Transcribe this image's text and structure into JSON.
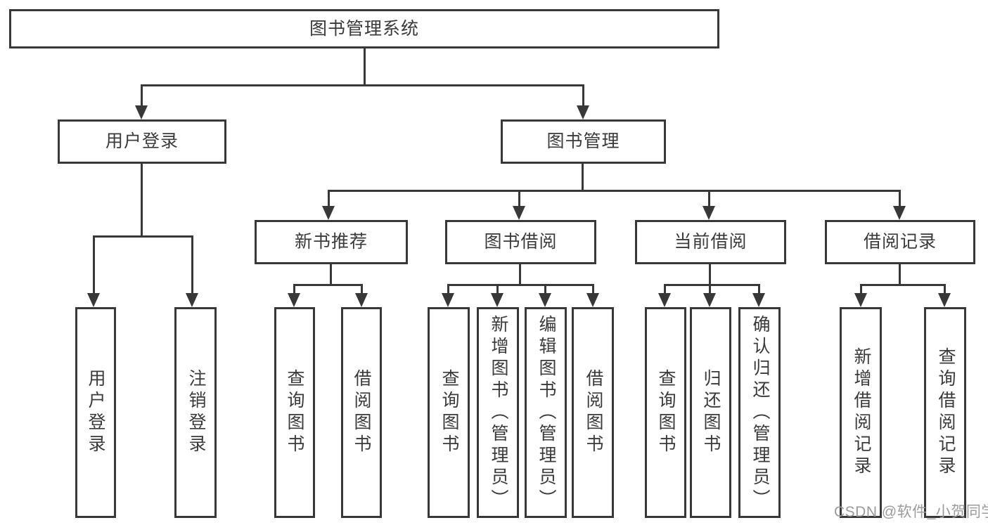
{
  "diagram": {
    "title": "图书管理系统",
    "root": {
      "label": "图书管理系统"
    },
    "level2": [
      {
        "label": "用户登录"
      },
      {
        "label": "图书管理"
      }
    ],
    "level3": [
      {
        "label": "新书推荐"
      },
      {
        "label": "图书借阅"
      },
      {
        "label": "当前借阅"
      },
      {
        "label": "借阅记录"
      }
    ],
    "leaves": [
      {
        "label": "用户登录",
        "parent": "用户登录"
      },
      {
        "label": "注销登录",
        "parent": "用户登录"
      },
      {
        "label": "查询图书",
        "parent": "新书推荐"
      },
      {
        "label": "借阅图书",
        "parent": "新书推荐"
      },
      {
        "label": "查询图书",
        "parent": "图书借阅"
      },
      {
        "label": "新增图书（管理员）",
        "parent": "图书借阅"
      },
      {
        "label": "编辑图书（管理员）",
        "parent": "图书借阅"
      },
      {
        "label": "借阅图书",
        "parent": "图书借阅"
      },
      {
        "label": "查询图书",
        "parent": "当前借阅"
      },
      {
        "label": "归还图书",
        "parent": "当前借阅"
      },
      {
        "label": "确认归还（管理员）",
        "parent": "当前借阅"
      },
      {
        "label": "新增借阅记录",
        "parent": "借阅记录"
      },
      {
        "label": "查询借阅记录",
        "parent": "借阅记录"
      }
    ]
  },
  "watermark": {
    "text": "CSDN @软件_小贺同学"
  },
  "colors": {
    "line": "#383838",
    "box_border": "#383838",
    "text": "#3a3a3a",
    "watermark": "#9b9b9b",
    "background": "#ffffff"
  }
}
